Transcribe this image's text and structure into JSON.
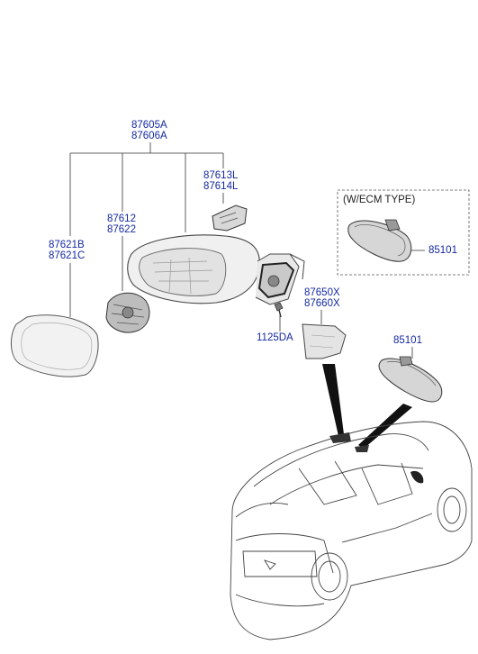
{
  "labels": {
    "mirror_assy_1": "87605A",
    "mirror_assy_2": "87606A",
    "cover_1": "87613L",
    "cover_2": "87614L",
    "actuator_1": "87612",
    "actuator_2": "87622",
    "glass_1": "87621B",
    "glass_2": "87621C",
    "bracket_1": "87650X",
    "bracket_2": "87660X",
    "screw": "1125DA",
    "ecm_mirror": "85101",
    "inside_mirror": "85101"
  },
  "ecm_box_title": "(W/ECM TYPE)",
  "colors": {
    "part_number": "#1428a0",
    "line": "#333333",
    "leader": "#111111"
  }
}
